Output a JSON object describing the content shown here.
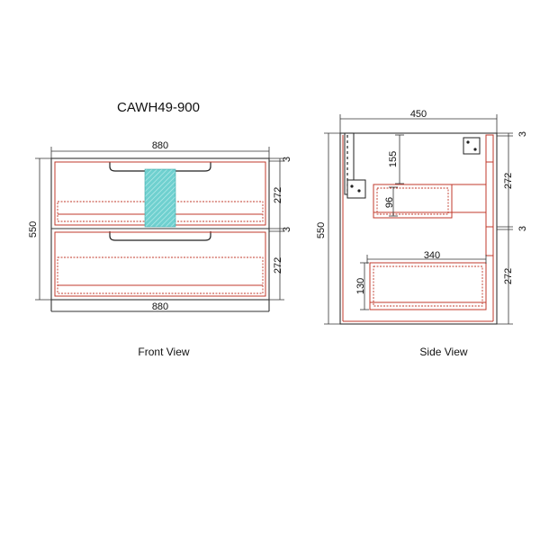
{
  "model": "CAWH49-900",
  "front_view": {
    "caption": "Front View",
    "width_top": "880",
    "width_bottom": "880",
    "height": "550",
    "gap_top": "3",
    "drawer_top": "272",
    "gap_mid": "3",
    "drawer_bottom": "272"
  },
  "side_view": {
    "caption": "Side View",
    "depth": "450",
    "height": "550",
    "top_clearance": "155",
    "drawer_inner_height": "96",
    "drawer_depth": "340",
    "lower_drawer_height": "130",
    "gap_top": "3",
    "drawer_top": "272",
    "gap_mid": "3",
    "drawer_bottom": "272"
  },
  "colors": {
    "outline": "#333333",
    "hidden_lines": "#c0392b",
    "accent_panel": "#5ec8c8"
  }
}
